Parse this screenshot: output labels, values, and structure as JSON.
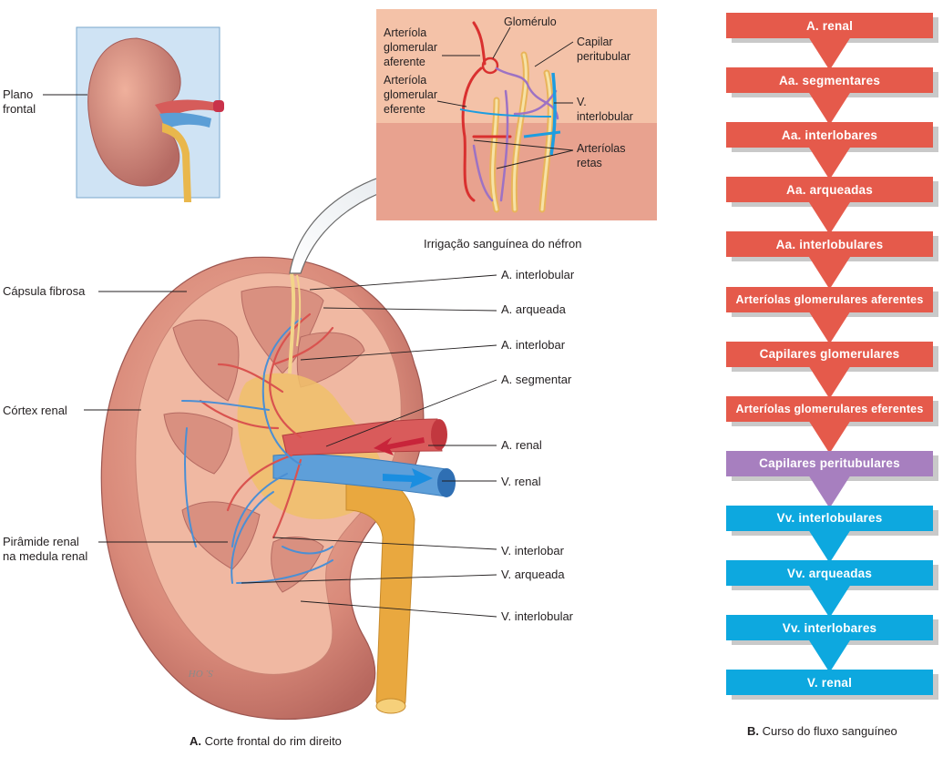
{
  "inset_labels": {
    "plano": "Plano\nfrontal"
  },
  "left_labels": {
    "capsula": "Cápsula fibrosa",
    "cortex": "Córtex renal",
    "piramide": "Pirâmide renal\nna medula renal"
  },
  "right_labels": {
    "a_interlobular": "A. interlobular",
    "a_arqueada": "A. arqueada",
    "a_interlobar": "A. interlobar",
    "a_segmentar": "A. segmentar",
    "a_renal": "A. renal",
    "v_renal": "V. renal",
    "v_interlobar": "V. interlobar",
    "v_arqueada": "V. arqueada",
    "v_interlobular": "V. interlobular"
  },
  "nephron_labels": {
    "arteriola_aferente": "Arteríola\nglomerular\naferente",
    "arteriola_eferente": "Arteríola\nglomerular\neferente",
    "glomerulo": "Glomérulo",
    "capilar": "Capilar\nperitubular",
    "v_interlobular": "V.\ninterlobular",
    "arteriolas_retas": "Arteríolas\nretas"
  },
  "captions": {
    "nephron": "Irrigação sanguínea do néfron",
    "a_letter": "A.",
    "a_text": "Corte frontal do rim direito",
    "b_letter": "B.",
    "b_text": "Curso do fluxo sanguíneo",
    "signature": "S. OH"
  },
  "flow": {
    "colors": {
      "artery": "#e55a4b",
      "capillary": "#a77fbf",
      "vein": "#0da8df"
    },
    "steps": [
      {
        "label": "A. renal",
        "kind": "artery"
      },
      {
        "label": "Aa. segmentares",
        "kind": "artery"
      },
      {
        "label": "Aa. interlobares",
        "kind": "artery"
      },
      {
        "label": "Aa. arqueadas",
        "kind": "artery"
      },
      {
        "label": "Aa. interlobulares",
        "kind": "artery"
      },
      {
        "label": "Arteríolas glomerulares aferentes",
        "kind": "artery"
      },
      {
        "label": "Capilares glomerulares",
        "kind": "artery"
      },
      {
        "label": "Arteríolas glomerulares eferentes",
        "kind": "artery"
      },
      {
        "label": "Capilares peritubulares",
        "kind": "capillary"
      },
      {
        "label": "Vv. interlobulares",
        "kind": "vein"
      },
      {
        "label": "Vv. arqueadas",
        "kind": "vein"
      },
      {
        "label": "Vv. interlobares",
        "kind": "vein"
      },
      {
        "label": "V. renal",
        "kind": "vein"
      }
    ]
  }
}
